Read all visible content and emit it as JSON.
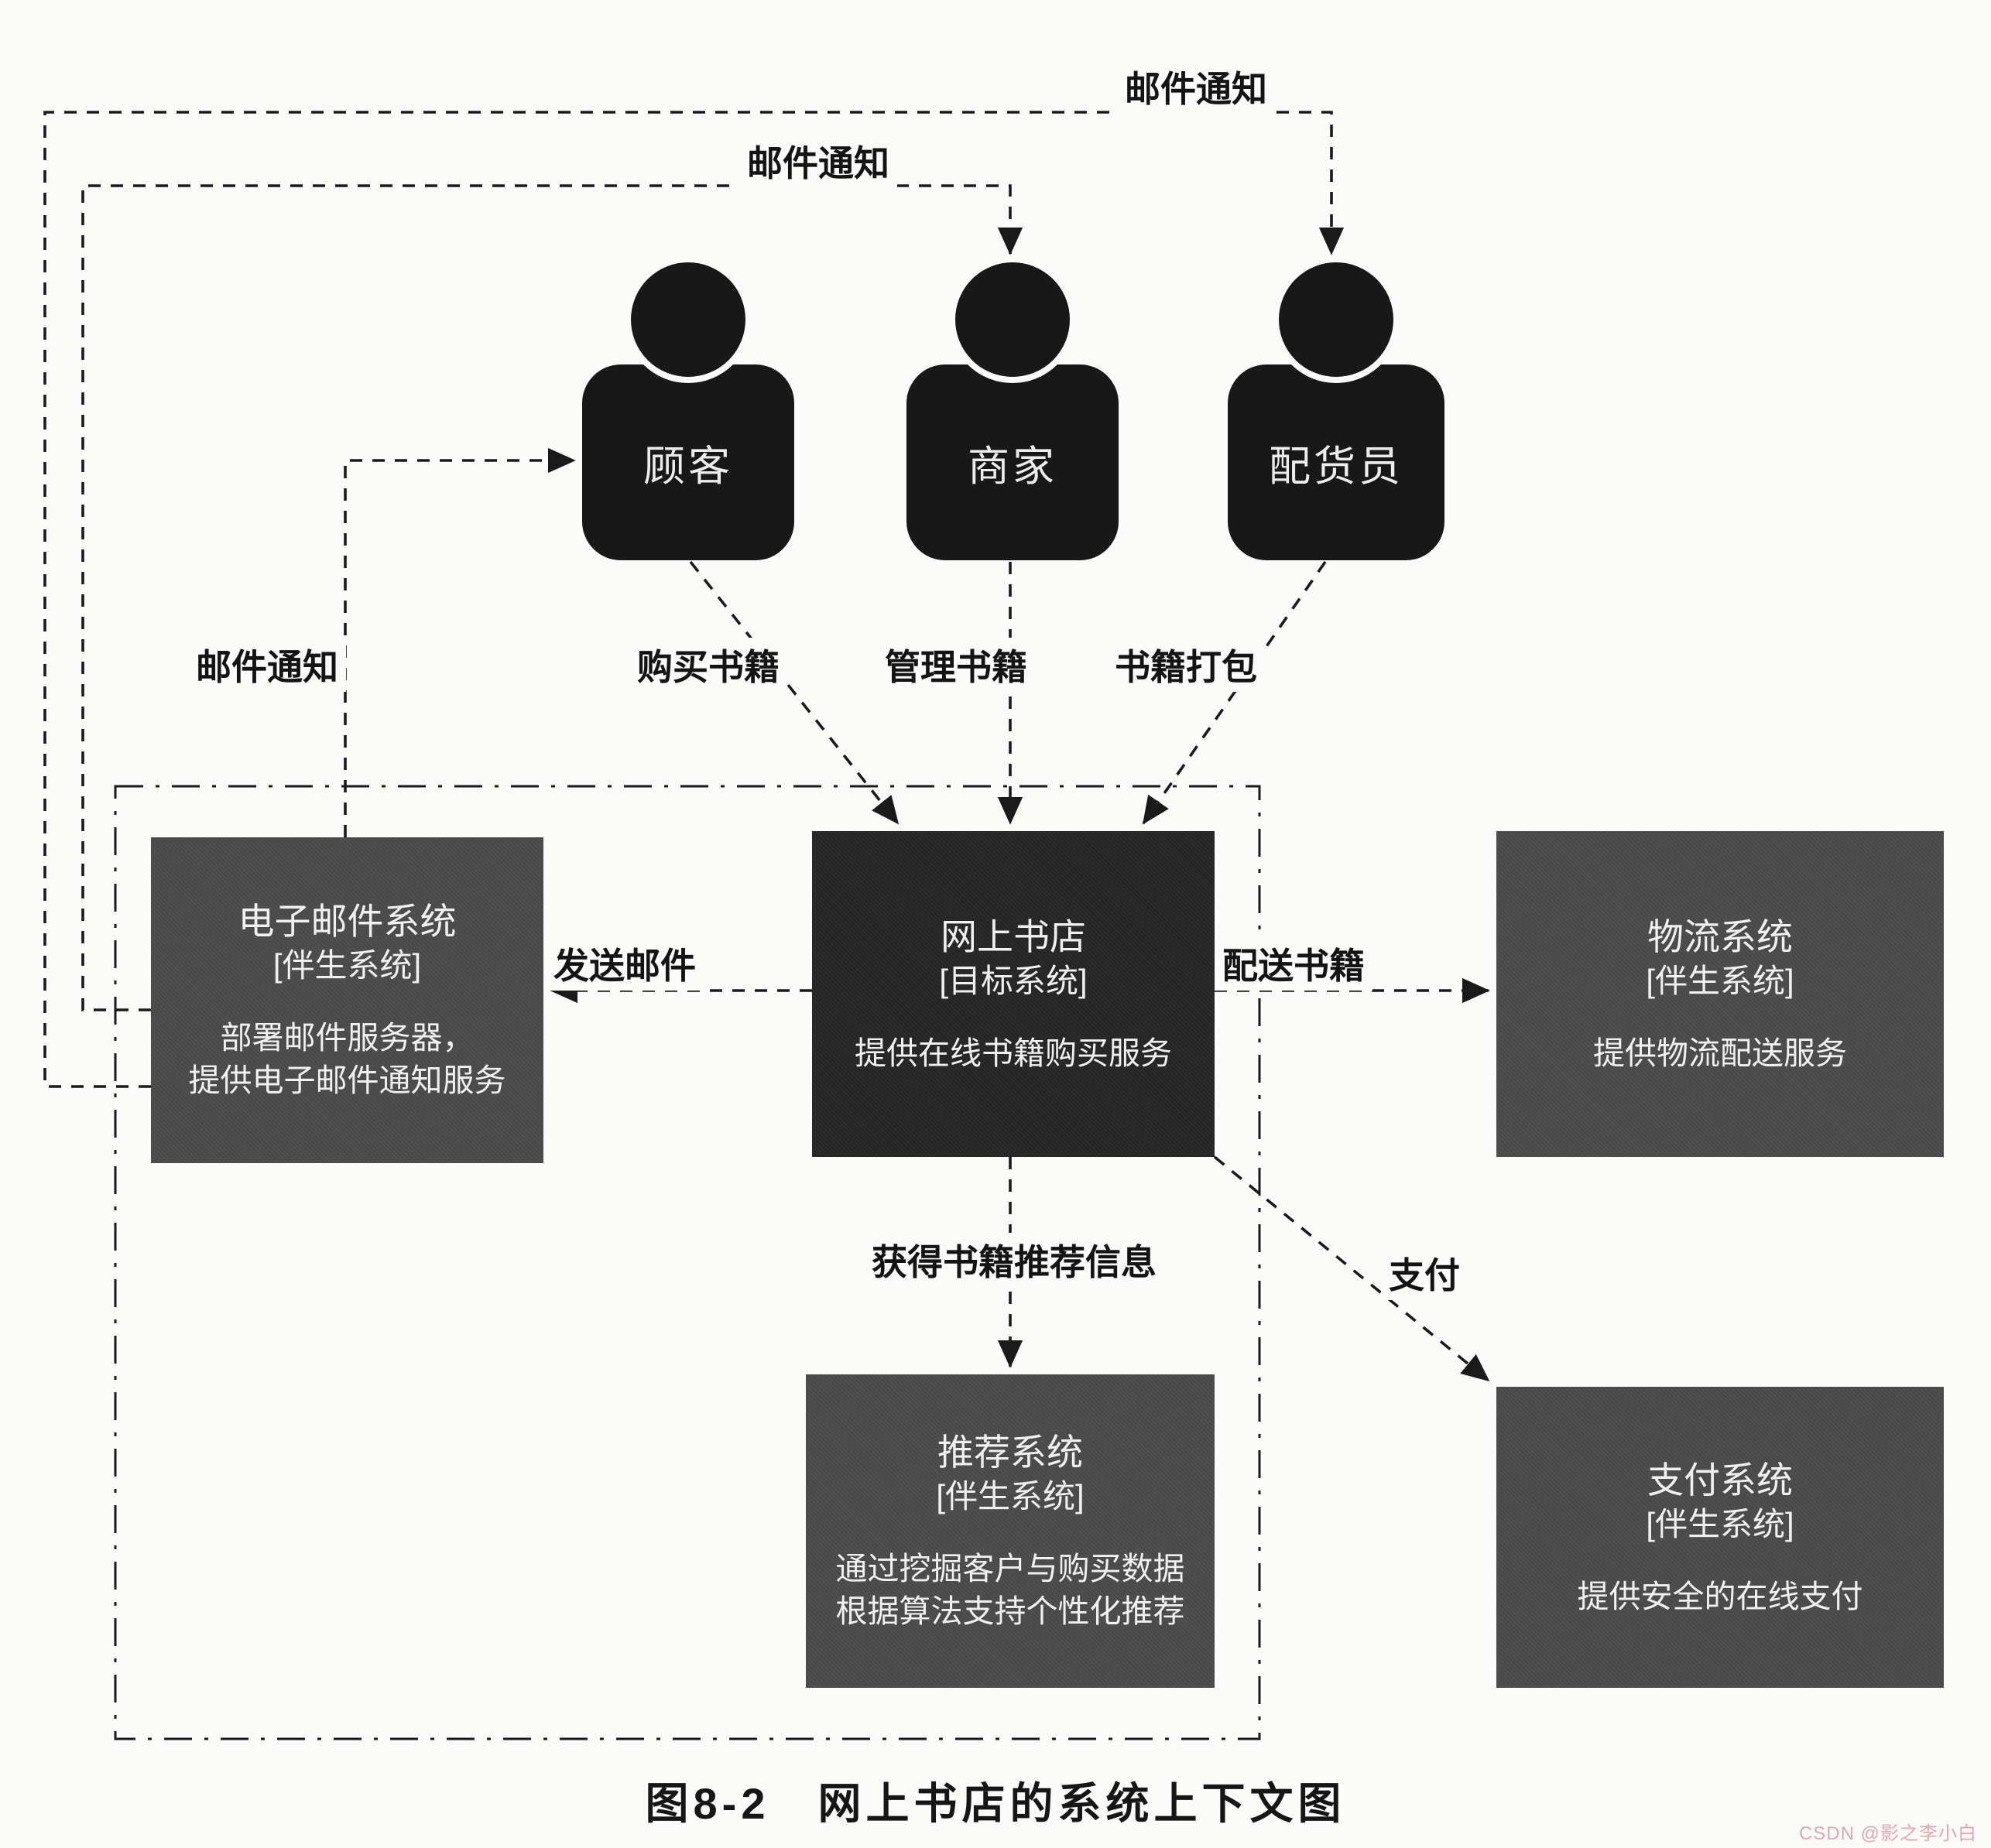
{
  "actors": [
    {
      "label": "顾客"
    },
    {
      "label": "商家"
    },
    {
      "label": "配货员"
    }
  ],
  "systems": {
    "email": {
      "title": "电子邮件系统",
      "tag": "[伴生系统]",
      "lines": [
        "部署邮件服务器，",
        "提供电子邮件通知服务"
      ]
    },
    "bookstore": {
      "title": "网上书店",
      "tag": "[目标系统]",
      "lines": [
        "提供在线书籍购买服务"
      ]
    },
    "logistics": {
      "title": "物流系统",
      "tag": "[伴生系统]",
      "lines": [
        "提供物流配送服务"
      ]
    },
    "recommend": {
      "title": "推荐系统",
      "tag": "[伴生系统]",
      "lines": [
        "通过挖掘客户与购买数据",
        "根据算法支持个性化推荐"
      ]
    },
    "payment": {
      "title": "支付系统",
      "tag": "[伴生系统]",
      "lines": [
        "提供安全的在线支付"
      ]
    }
  },
  "edge_labels": {
    "mail_top": "邮件通知",
    "mail_mid": "邮件通知",
    "mail_left": "邮件通知",
    "buy": "购买书籍",
    "manage": "管理书籍",
    "pack": "书籍打包",
    "send_mail": "发送邮件",
    "deliver": "配送书籍",
    "recommend_info": "获得书籍推荐信息",
    "pay": "支付"
  },
  "caption": "图8-2　网上书店的系统上下文图",
  "watermark": "CSDN @影之李小白",
  "colors": {
    "background": "#fbfbf9",
    "box_gray": "#4b4b4b",
    "box_dark": "#262626",
    "actor_black": "#181818",
    "line": "#1a1a1a",
    "box_text": "#f0f0f0",
    "watermark": "#e2a7ae"
  }
}
